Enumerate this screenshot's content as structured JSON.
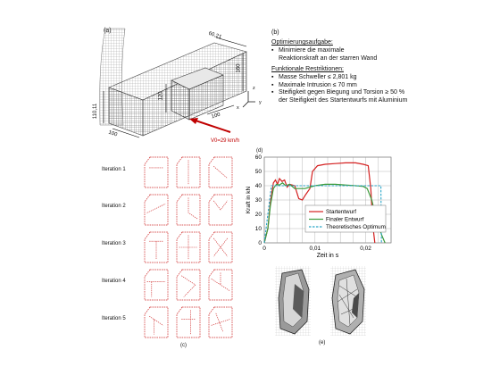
{
  "panels": {
    "a": "(a)",
    "b": "(b)",
    "c": "(c)",
    "d": "(d)",
    "e": "(e)"
  },
  "model": {
    "dims": {
      "top_width": "60,21",
      "height_right": "160",
      "height_mid": "120",
      "left_height": "110,11",
      "bottom_left": "100",
      "bottom_right": "100"
    },
    "axes": {
      "z": "z",
      "x": "x",
      "y": "y"
    },
    "velocity": "V0=29 km/h"
  },
  "requirements": {
    "goal_title": "Optimierungsaufgabe:",
    "goal_items": [
      "Minimiere die maximale Reaktionskraft an der starren Wand"
    ],
    "constraints_title": "Funktionale Restriktionen:",
    "constraint_items": [
      "Masse Schweller ≤ 2,801 kg",
      "Maximale Intrusion ≤ 70 mm",
      "Steifigkeit gegen Biegung und Torsion ≥ 50 % der Steifigkeit des Startentwurfs mit Aluminium"
    ]
  },
  "iterations": {
    "labels": [
      "Iteration 1",
      "Iteration 2",
      "Iteration 3",
      "Iteration 4",
      "Iteration 5"
    ]
  },
  "chart_data": {
    "type": "line",
    "xlabel": "Zeit in s",
    "ylabel": "Kraft in kN",
    "xlim": [
      0,
      0.025
    ],
    "ylim": [
      0,
      60
    ],
    "xticks": [
      "0",
      "0,01",
      "0,02"
    ],
    "yticks": [
      "0",
      "10",
      "20",
      "30",
      "40",
      "50",
      "60"
    ],
    "grid": true,
    "legend_position": "bottom-right",
    "colors": {
      "start": "#d42020",
      "final": "#3a9a3a",
      "optimum": "#2aa6c8"
    },
    "series": [
      {
        "name": "Startentwurf",
        "x": [
          0,
          0.0007,
          0.0012,
          0.0018,
          0.0022,
          0.0026,
          0.003,
          0.0035,
          0.004,
          0.0045,
          0.005,
          0.006,
          0.0068,
          0.0075,
          0.0082,
          0.009,
          0.0095,
          0.0105,
          0.012,
          0.014,
          0.016,
          0.018,
          0.0195,
          0.0205,
          0.021,
          0.0214,
          0.0218
        ],
        "y": [
          0,
          10,
          28,
          42,
          44,
          41,
          45,
          43,
          44,
          39,
          41,
          40,
          31,
          30,
          34,
          38,
          50,
          54,
          55,
          55.5,
          56,
          56,
          55,
          54,
          38,
          12,
          0
        ]
      },
      {
        "name": "Finaler Entwurf",
        "x": [
          0,
          0.0007,
          0.0012,
          0.0018,
          0.0024,
          0.003,
          0.0036,
          0.0042,
          0.005,
          0.006,
          0.008,
          0.01,
          0.012,
          0.014,
          0.016,
          0.018,
          0.0195,
          0.0203,
          0.0212,
          0.0222,
          0.0232,
          0.0238
        ],
        "y": [
          0,
          10,
          26,
          38,
          41,
          40.5,
          42,
          40,
          41,
          38,
          38,
          40,
          41,
          41,
          40.5,
          40,
          39.5,
          38,
          30,
          15,
          5,
          0
        ]
      },
      {
        "name": "Theoretisches Optimum",
        "x": [
          0,
          0.0007,
          0.0014,
          0.023,
          0.0231
        ],
        "y": [
          0,
          20,
          40,
          40,
          0
        ]
      }
    ]
  },
  "bottom_right_label": "(e)"
}
